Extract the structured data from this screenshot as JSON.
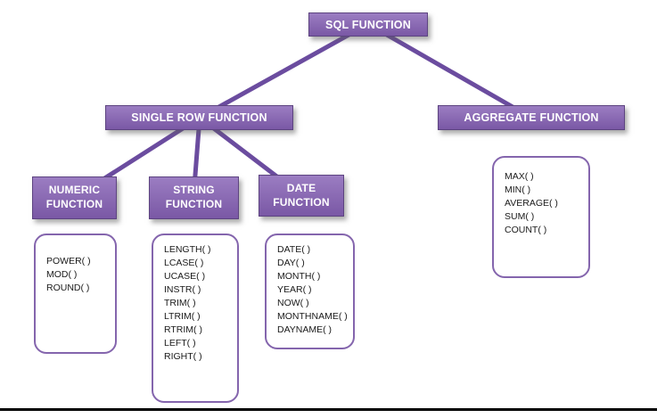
{
  "colors": {
    "node_fill_top": "#9b7dc2",
    "node_fill_bottom": "#7a58a5",
    "node_border": "#5d4480",
    "connector": "#6b4c9f",
    "list_border": "#8465ad",
    "list_text": "#1a1a1a",
    "bottom_rule": "#000000"
  },
  "nodes": {
    "root": {
      "label": "SQL FUNCTION"
    },
    "single_row": {
      "label": "SINGLE ROW FUNCTION"
    },
    "aggregate": {
      "label": "AGGREGATE FUNCTION"
    },
    "numeric": {
      "label": "NUMERIC FUNCTION"
    },
    "string": {
      "label": "STRING FUNCTION"
    },
    "date": {
      "label": "DATE FUNCTION"
    }
  },
  "lists": {
    "numeric": [
      "POWER( )",
      "MOD( )",
      "ROUND( )"
    ],
    "string": [
      "LENGTH( )",
      "LCASE( )",
      "UCASE( )",
      "INSTR( )",
      "TRIM( )",
      "LTRIM( )",
      "RTRIM( )",
      "LEFT( )",
      "RIGHT( )"
    ],
    "date": [
      "DATE( )",
      "DAY( )",
      "MONTH( )",
      "YEAR( )",
      "NOW( )",
      "MONTHNAME( )",
      "DAYNAME( )"
    ],
    "aggregate": [
      "MAX( )",
      "MIN( )",
      "AVERAGE( )",
      "SUM( )",
      "COUNT( )"
    ]
  }
}
